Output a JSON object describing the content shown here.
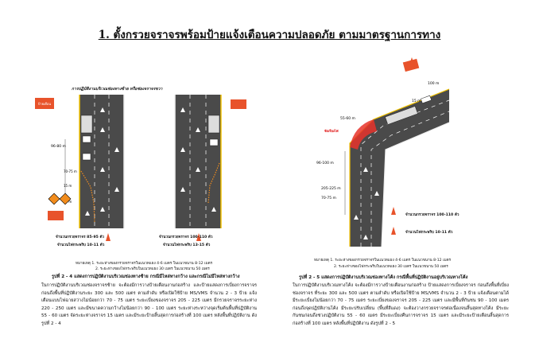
{
  "page": {
    "heading": "1. ตั้งกรวยจราจรพร้อมป้ายแจ้งเตือนความปลอดภัย ตามมาตรฐานการทาง"
  },
  "left": {
    "subtitle": "การปฏิบัติงานบริเวณช่องทางซ้าย หรือช่องจราจรขวา",
    "sign_label": "ป้ายเตือน",
    "dist_1": "96-80 m",
    "dist_2": "70-75 m",
    "dist_3": "15 m",
    "dist_4": "30 m",
    "cones_a": "จำนวนกรวยจราจร 85-95 ตัว",
    "lights_a": "จำนวนไฟกระพริบ 10-11 ตัว",
    "cones_b": "จำนวนกรวยจราจร 100-110 ตัว",
    "lights_b": "จำนวนไฟกระพริบ 13-15 ตัว",
    "note_1": "หมายเหตุ 1. ระยะห่างของกรวยจราจรในแนวทแยง 4-6 เมตร ในแนวขนาน 8-12 เมตร",
    "note_2": "2. ระยะห่างของไฟกระพริบในแนวทแยง 30 เมตร ในแนวขนาน 50 เมตร",
    "caption": "รูปที่ 2 - 4 แสดงการปฏิบัติงานบริเวณช่องทางซ้าย กรณีมีไหล่ทางกว้าง และกรณีไม่มีไหล่ทางกว้าง",
    "paragraph": "ในการปฏิบัติงานบริเวณช่องจราจรซ้าย จะต้องมีการวางป้ายเตือนงานก่อสร้าง และป้ายแสดงการเบี่ยงการจราจร ก่อนถึงพื้นที่ปฏิบัติงานระยะ 300 และ 500 เมตร ตามลำดับ หรือเปิดใช้ป้าย MS/VMS จำนวน 2 - 3 ป้าย แจ้งเตือนแบบไฟฉายสว่างไม่น้อยกว่า 70 - 75 เมตร ระยะเบี่ยงของจราจร 205 - 225 เมตร มีกรวยจราจรระยะห่าง 220 - 250 เมตร และมีขนาดความกว้างไม่น้อยกว่า 90 - 100 เมตร ระยะห่างระหว่างจุดเริ่มต้นพื้นที่ปฏิบัติงาน 55 - 60 เมตร จัดระยะห่างจราจร 15 เมตร และมีระยะป้ายสิ้นสุดการก่อสร้างที่ 100 เมตร หลังพื้นที่ปฏิบัติงาน ดังรูปที่ 2 - 4"
  },
  "right": {
    "sign_top": "ป้ายเตือน",
    "dist_100": "100 m",
    "dist_15": "15 m",
    "dist_5560": "55-60 m",
    "dist_96100": "96-100 m",
    "dist_205225": "205-225 m",
    "dist_7075": "70-75 m",
    "red_label": "จัดเรียงไฟ",
    "cones": "จำนวนกรวยจราจร 100-110 ตัว",
    "lights": "จำนวนไฟกระพริบ 10-11 ตัว",
    "note_1": "หมายเหตุ 1. ระยะห่างของกรวยจราจรในแนวทแยง 4-6 เมตร ในแนวขนาน 8-12 เมตร",
    "note_2": "2. ระยะห่างของไฟกระพริบในแนวทแยง 30 เมตร ในแนวขนาน 50 เมตร",
    "caption": "รูปที่ 2 - 5 แสดงการปฏิบัติงานบริเวณช่องทางโค้ง กรณีพื้นที่ปฏิบัติงานอยู่บริเวณทางโค้ง",
    "paragraph": "ในการปฏิบัติงานบริเวณทางโค้ง จะต้องมีการวางป้ายเตือนงานก่อสร้าง ป้ายแสดงการเบี่ยงจราจร ก่อนถึงพื้นที่เบี่ยงช่องจราจร ที่ระยะ 300 และ 500 เมตร ตามลำดับ หรือเปิดใช้ป้าย MS/VMS จำนวน 2 - 3 ป้าย แจ้งเตือนตามได้ มีระยะเบี่ยงไม่น้อยกว่า 70 - 75 เมตร ระยะเบี่ยงของจราจร 205 - 225 เมตร และมีพื้นที่กันชน 90 - 100 เมตรก่อนถึงจุดปฏิบัติงานโค้ง มีระยะปรับเปลี่ยน (พื้นที่สีแดง) จะต้องวางกรวยจราจรต่อเนื่องจนสิ้นสุดทางโค้ง มีระยะกันชนก่อนถึงช่วงปฏิบัติงาน 55 - 60 เมตร มีระยะเบี่ยงคืนการจราจร 15 เมตร และมีระยะป้ายเตือนสิ้นสุดการก่อสร้างที่ 100 เมตร หลังพื้นที่ปฏิบัติงาน ดังรูปที่ 2 - 5"
  }
}
